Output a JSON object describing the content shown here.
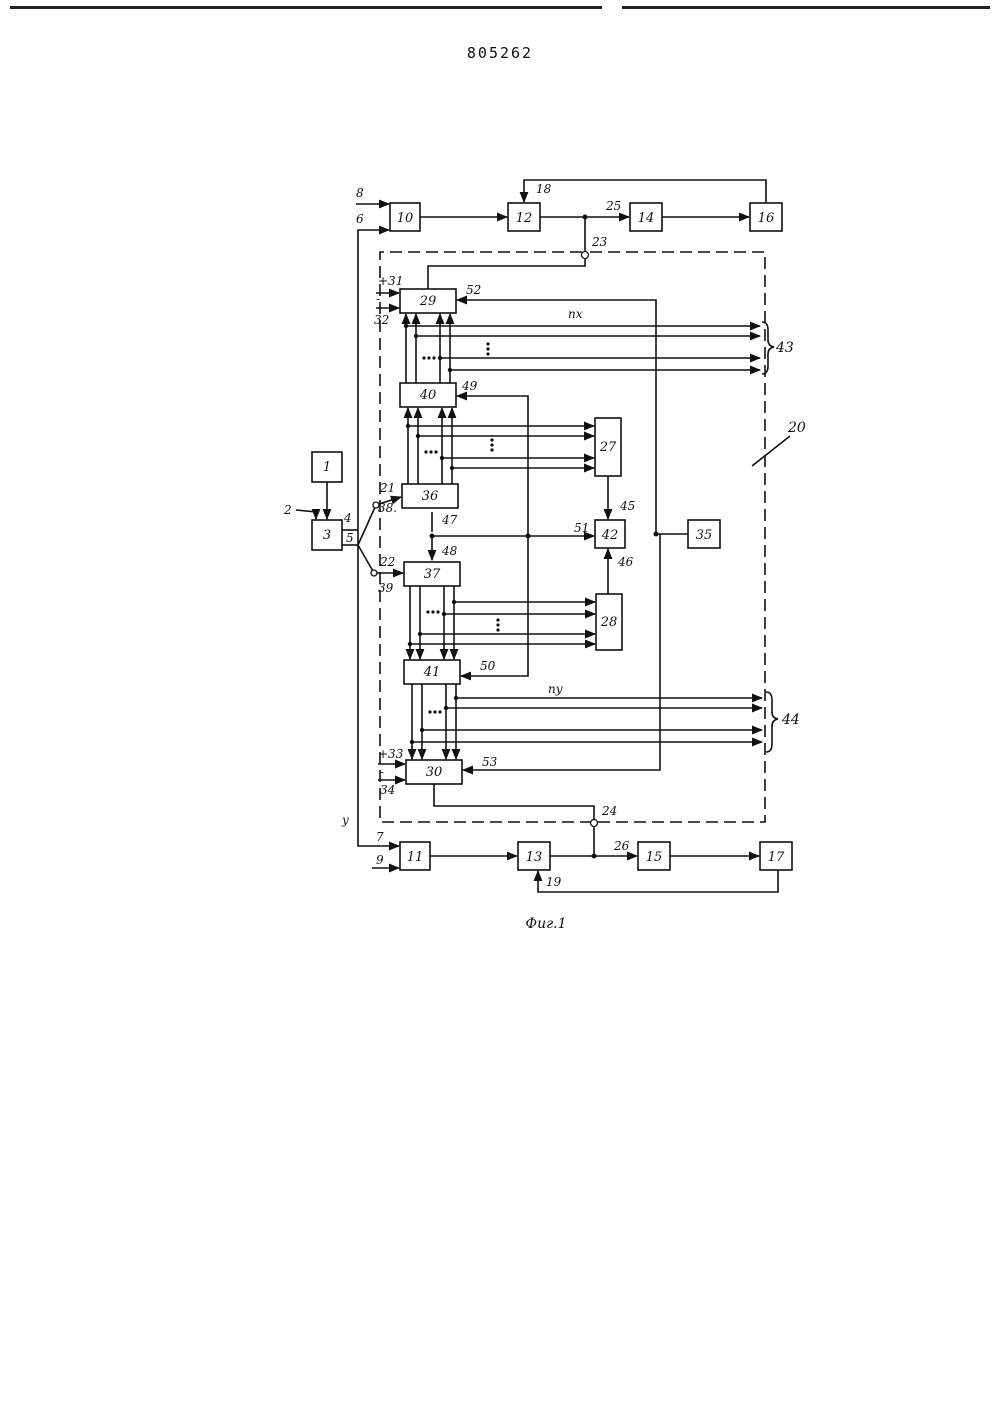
{
  "document": {
    "number": "805262",
    "caption": "Фиг.1"
  },
  "blocks": {
    "b1": "1",
    "b3": "3",
    "b10": "10",
    "b11": "11",
    "b12": "12",
    "b13": "13",
    "b14": "14",
    "b15": "15",
    "b16": "16",
    "b17": "17",
    "b27": "27",
    "b28": "28",
    "b29": "29",
    "b30": "30",
    "b35": "35",
    "b36": "36",
    "b37": "37",
    "b40": "40",
    "b41": "41",
    "b42": "42"
  },
  "labels": {
    "l2": "2",
    "l4": "4",
    "l5": "5",
    "l6": "6",
    "l7": "7",
    "l8": "8",
    "l9": "9",
    "l18": "18",
    "l19": "19",
    "l20": "20",
    "l21": "21",
    "l22": "22",
    "l23": "23",
    "l24": "24",
    "l25": "25",
    "l26": "26",
    "l31": "+31",
    "l32": "32",
    "l33": "+33",
    "l34": "34",
    "l38": "38.",
    "l39": "39",
    "l43": "43",
    "l44": "44",
    "l45": "45",
    "l46": "46",
    "l47": "47",
    "l48": "48",
    "l49": "49",
    "l50": "50",
    "l51": "51",
    "l52": "52",
    "l53": "53",
    "nx": "пх",
    "ny": "пу",
    "y": "у",
    "minus": "-"
  }
}
